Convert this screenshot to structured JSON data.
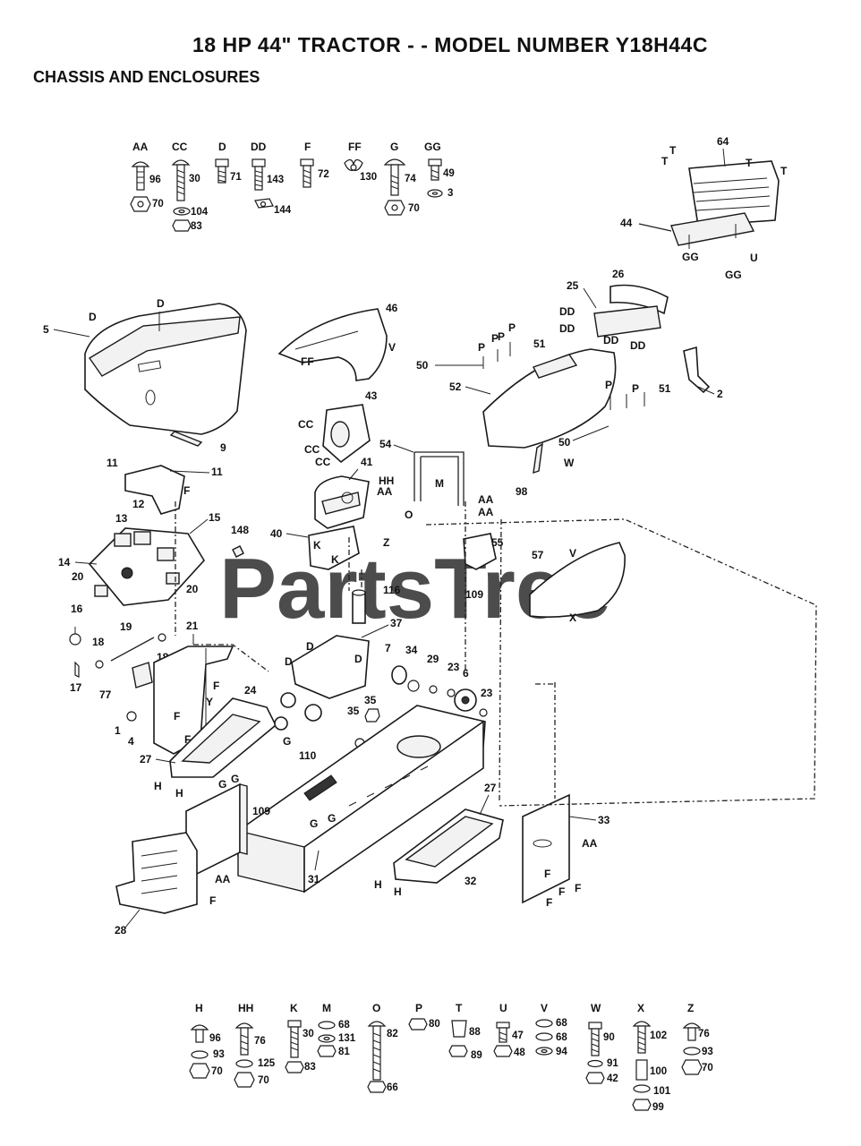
{
  "header": {
    "title": "18 HP 44\" TRACTOR - - MODEL NUMBER Y18H44C",
    "subtitle": "CHASSIS AND ENCLOSURES"
  },
  "watermark": "PartsTree",
  "top_hardware": [
    {
      "code": "AA",
      "parts": [
        "96",
        "70"
      ]
    },
    {
      "code": "CC",
      "parts": [
        "30",
        "104",
        "83"
      ]
    },
    {
      "code": "D",
      "parts": [
        "71"
      ]
    },
    {
      "code": "DD",
      "parts": [
        "143",
        "144"
      ]
    },
    {
      "code": "F",
      "parts": [
        "72"
      ]
    },
    {
      "code": "FF",
      "parts": [
        "130"
      ]
    },
    {
      "code": "G",
      "parts": [
        "74",
        "70"
      ]
    },
    {
      "code": "GG",
      "parts": [
        "49",
        "3"
      ]
    }
  ],
  "bottom_hardware": [
    {
      "code": "H",
      "parts": [
        "96",
        "93",
        "70"
      ]
    },
    {
      "code": "HH",
      "parts": [
        "76",
        "125",
        "70"
      ]
    },
    {
      "code": "K",
      "parts": [
        "30",
        "83"
      ]
    },
    {
      "code": "M",
      "parts": [
        "68",
        "131",
        "81"
      ]
    },
    {
      "code": "O",
      "parts": [
        "82",
        "66"
      ]
    },
    {
      "code": "P",
      "parts": [
        "80"
      ]
    },
    {
      "code": "T",
      "parts": [
        "88",
        "89"
      ]
    },
    {
      "code": "U",
      "parts": [
        "47",
        "48"
      ]
    },
    {
      "code": "V",
      "parts": [
        "68",
        "68",
        "94"
      ]
    },
    {
      "code": "W",
      "parts": [
        "90",
        "91",
        "42"
      ]
    },
    {
      "code": "X",
      "parts": [
        "102",
        "100",
        "101",
        "99"
      ]
    },
    {
      "code": "Z",
      "parts": [
        "76",
        "93",
        "70"
      ]
    }
  ],
  "callouts": {
    "c2": "2",
    "c5": "5",
    "c9": "9",
    "c11a": "11",
    "c11b": "11",
    "c12": "12",
    "c13": "13",
    "c14": "14",
    "c15": "15",
    "c16": "16",
    "c17": "17",
    "c18a": "18",
    "c18b": "18",
    "c19": "19",
    "c20a": "20",
    "c20b": "20",
    "c21": "21",
    "c23a": "23",
    "c23b": "23",
    "c24": "24",
    "c25": "25",
    "c26": "26",
    "c27a": "27",
    "c27b": "27",
    "c28": "28",
    "c29": "29",
    "c31": "31",
    "c32": "32",
    "c33": "33",
    "c34": "34",
    "c35a": "35",
    "c35b": "35",
    "c37": "37",
    "c40": "40",
    "c41": "41",
    "c43": "43",
    "c44": "44",
    "c46": "46",
    "c50a": "50",
    "c50b": "50",
    "c51a": "51",
    "c51b": "51",
    "c52": "52",
    "c54": "54",
    "c55": "55",
    "c57": "57",
    "c64": "64",
    "c77": "77",
    "c98": "98",
    "c109a": "109",
    "c109b": "109",
    "c110": "110",
    "c116": "116",
    "c148": "148",
    "c1": "1",
    "c4": "4",
    "c6": "6",
    "c7": "7",
    "l_D1": "D",
    "l_D2": "D",
    "l_D3": "D",
    "l_D4": "D",
    "l_D5": "D",
    "l_V1": "V",
    "l_V2": "V",
    "l_FF": "FF",
    "l_CC1": "CC",
    "l_CC2": "CC",
    "l_CC3": "CC",
    "l_HH": "HH",
    "l_AA1": "AA",
    "l_AA2": "AA",
    "l_AA3": "AA",
    "l_AA4": "AA",
    "l_AA5": "AA",
    "l_M": "M",
    "l_O": "O",
    "l_Z": "Z",
    "l_K1": "K",
    "l_K2": "K",
    "l_DD1": "DD",
    "l_DD2": "DD",
    "l_DD3": "DD",
    "l_DD4": "DD",
    "l_P1": "P",
    "l_P2": "P",
    "l_P3": "P",
    "l_P4": "P",
    "l_P5": "P",
    "l_P6": "P",
    "l_W": "W",
    "l_X": "X",
    "l_T1": "T",
    "l_T2": "T",
    "l_T3": "T",
    "l_T4": "T",
    "l_U": "U",
    "l_GG1": "GG",
    "l_GG2": "GG",
    "l_F1": "F",
    "l_F2": "F",
    "l_F3": "F",
    "l_F4": "F",
    "l_F5": "F",
    "l_F6": "F",
    "l_F7": "F",
    "l_F8": "F",
    "l_F9": "F",
    "l_F10": "F",
    "l_G1": "G",
    "l_G2": "G",
    "l_G3": "G",
    "l_G4": "G",
    "l_G5": "G",
    "l_H1": "H",
    "l_H2": "H",
    "l_H3": "H",
    "l_H4": "H",
    "l_Y": "Y"
  }
}
